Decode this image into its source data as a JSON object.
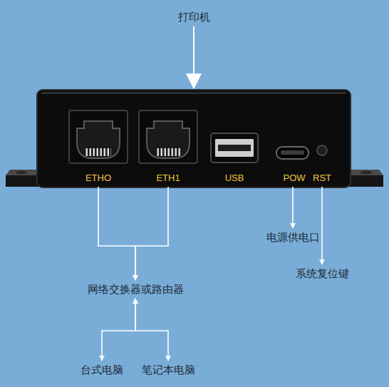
{
  "diagram": {
    "nodes": [
      {
        "text": [
          "打印机"
        ]
      },
      {
        "text": []
      },
      {
        "text": [
          "ETHO"
        ],
        "in": 1
      },
      {
        "text": [
          "ETH1"
        ],
        "in": 1
      },
      {
        "text": [
          "USB"
        ],
        "in": 1
      },
      {
        "text": [
          "POW"
        ],
        "in": 1
      },
      {
        "text": [
          "RST"
        ],
        "in": 1
      },
      {
        "text": [
          "电源供电口"
        ]
      },
      {
        "text": [
          "系统复位键"
        ]
      },
      {
        "text": [
          "网络交换器或路由器"
        ]
      },
      {
        "text": [
          "台式电脑"
        ]
      },
      {
        "text": [
          "笔记本电脑"
        ]
      }
    ],
    "edges": [
      {
        "from": 0,
        "to": 1,
        "arrow": "to"
      },
      {
        "from": 2,
        "to": 9,
        "arrow": "to"
      },
      {
        "from": 3,
        "to": 9,
        "arrow": "to"
      },
      {
        "from": 5,
        "to": 7,
        "arrow": "to"
      },
      {
        "from": 6,
        "to": 8,
        "arrow": "to"
      },
      {
        "from": 9,
        "to": 10,
        "arrow": "both"
      },
      {
        "from": 9,
        "to": 11,
        "arrow": "both"
      }
    ]
  }
}
